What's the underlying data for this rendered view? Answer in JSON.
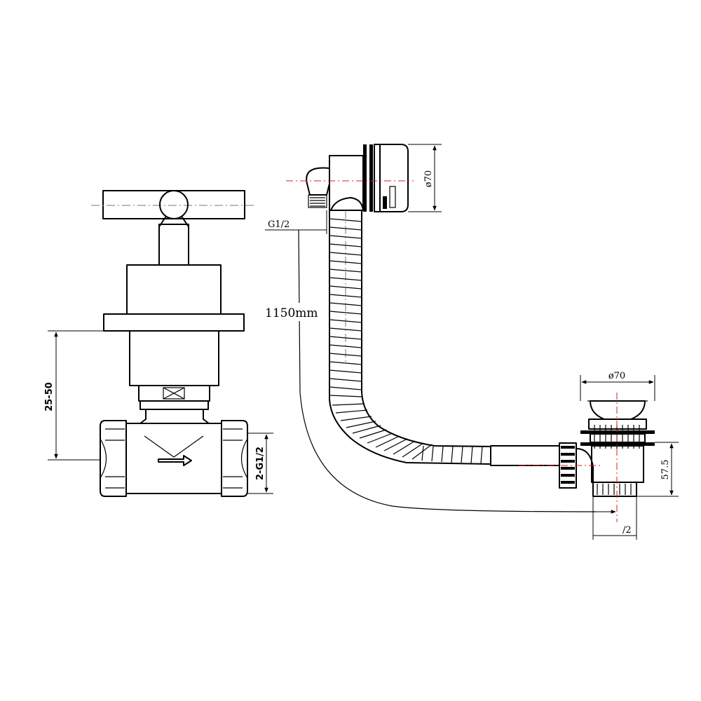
{
  "valve": {
    "dim_wall_depth": "25-50",
    "dim_connection": "2-G1/2"
  },
  "waste": {
    "dim_overflow_thread": "G1/2",
    "dim_overflow_diameter": "ø70",
    "dim_hose_length": "1150mm",
    "dim_plug_diameter": "ø70",
    "dim_plug_height": "57.5",
    "dim_outlet_thread": "/2"
  }
}
